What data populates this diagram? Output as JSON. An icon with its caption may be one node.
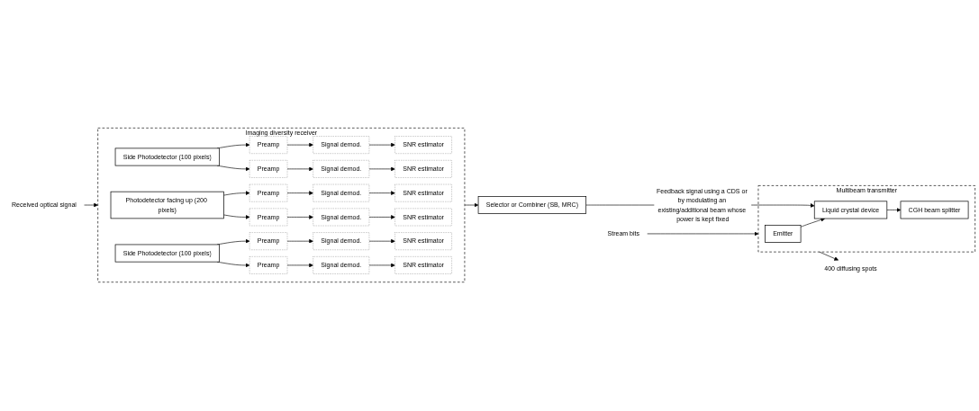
{
  "diagram": {
    "nodes": [
      {
        "text": [
          "Multibeam transmitter"
        ]
      },
      {
        "text": [
          "Emitter"
        ],
        "in": 0
      },
      {
        "text": [
          "Liquid crystal device"
        ],
        "in": 0
      },
      {
        "text": [
          "CGH beam splitter"
        ],
        "in": 0
      },
      {
        "text": [
          "Stream bits"
        ]
      },
      {
        "text": [
          "400 diffusing spots"
        ]
      },
      {
        "text": [
          "Received optical signal"
        ]
      },
      {
        "text": [
          "Imaging diversity receiver"
        ]
      },
      {
        "text": [
          "Side Photodetector (100 pixels)"
        ],
        "in": 7
      },
      {
        "text": [
          "Preamp"
        ],
        "in": 7
      },
      {
        "text": [
          "Signal demod."
        ],
        "in": 7
      },
      {
        "text": [
          "SNR estimator"
        ],
        "in": 7
      },
      {
        "text": [
          "Preamp"
        ],
        "in": 7
      },
      {
        "text": [
          "Signal demod."
        ],
        "in": 7
      },
      {
        "text": [
          "SNR estimator"
        ],
        "in": 7
      },
      {
        "text": [
          "Photodetector facing up (200 pixels)"
        ],
        "in": 7
      },
      {
        "text": [
          "Preamp"
        ],
        "in": 7
      },
      {
        "text": [
          "Signal demod."
        ],
        "in": 7
      },
      {
        "text": [
          "SNR estimator"
        ],
        "in": 7
      },
      {
        "text": [
          "Preamp"
        ],
        "in": 7
      },
      {
        "text": [
          "Signal demod."
        ],
        "in": 7
      },
      {
        "text": [
          "SNR estimator"
        ],
        "in": 7
      },
      {
        "text": [
          "Side Photodetector (100 pixels)"
        ],
        "in": 7
      },
      {
        "text": [
          "Preamp"
        ],
        "in": 7
      },
      {
        "text": [
          "Signal demod."
        ],
        "in": 7
      },
      {
        "text": [
          "SNR estimator"
        ],
        "in": 7
      },
      {
        "text": [
          "Preamp"
        ],
        "in": 7
      },
      {
        "text": [
          "Signal demod."
        ],
        "in": 7
      },
      {
        "text": [
          "SNR estimator"
        ],
        "in": 7
      },
      {
        "text": [
          "Selector or Combiner (SB, MRC)"
        ]
      }
    ],
    "edges": [
      {
        "from": 4,
        "to": 0,
        "arrow": "to"
      },
      {
        "from": 1,
        "to": 2,
        "arrow": "to"
      },
      {
        "from": 2,
        "to": 3,
        "arrow": "to"
      },
      {
        "from": 0,
        "to": 5,
        "arrow": "to"
      },
      {
        "from": 6,
        "to": 7,
        "arrow": "to"
      },
      {
        "from": 8,
        "to": 9,
        "arrow": "to"
      },
      {
        "from": 9,
        "to": 10,
        "arrow": "to"
      },
      {
        "from": 10,
        "to": 11,
        "arrow": "to"
      },
      {
        "from": 8,
        "to": 12,
        "arrow": "to"
      },
      {
        "from": 12,
        "to": 13,
        "arrow": "to"
      },
      {
        "from": 13,
        "to": 14,
        "arrow": "to"
      },
      {
        "from": 15,
        "to": 16,
        "arrow": "to"
      },
      {
        "from": 16,
        "to": 17,
        "arrow": "to"
      },
      {
        "from": 17,
        "to": 18,
        "arrow": "to"
      },
      {
        "from": 15,
        "to": 19,
        "arrow": "to"
      },
      {
        "from": 19,
        "to": 20,
        "arrow": "to"
      },
      {
        "from": 20,
        "to": 21,
        "arrow": "to"
      },
      {
        "from": 22,
        "to": 23,
        "arrow": "to"
      },
      {
        "from": 23,
        "to": 24,
        "arrow": "to"
      },
      {
        "from": 24,
        "to": 25,
        "arrow": "to"
      },
      {
        "from": 22,
        "to": 26,
        "arrow": "to"
      },
      {
        "from": 26,
        "to": 27,
        "arrow": "to"
      },
      {
        "from": 27,
        "to": 28,
        "arrow": "to"
      },
      {
        "from": 7,
        "to": 29,
        "arrow": "to"
      },
      {
        "from": 29,
        "to": 2,
        "arrow": "to",
        "label": "Feedback signal using a CDS or by modulating an existing/additional beam whose power is kept fixed"
      }
    ]
  }
}
